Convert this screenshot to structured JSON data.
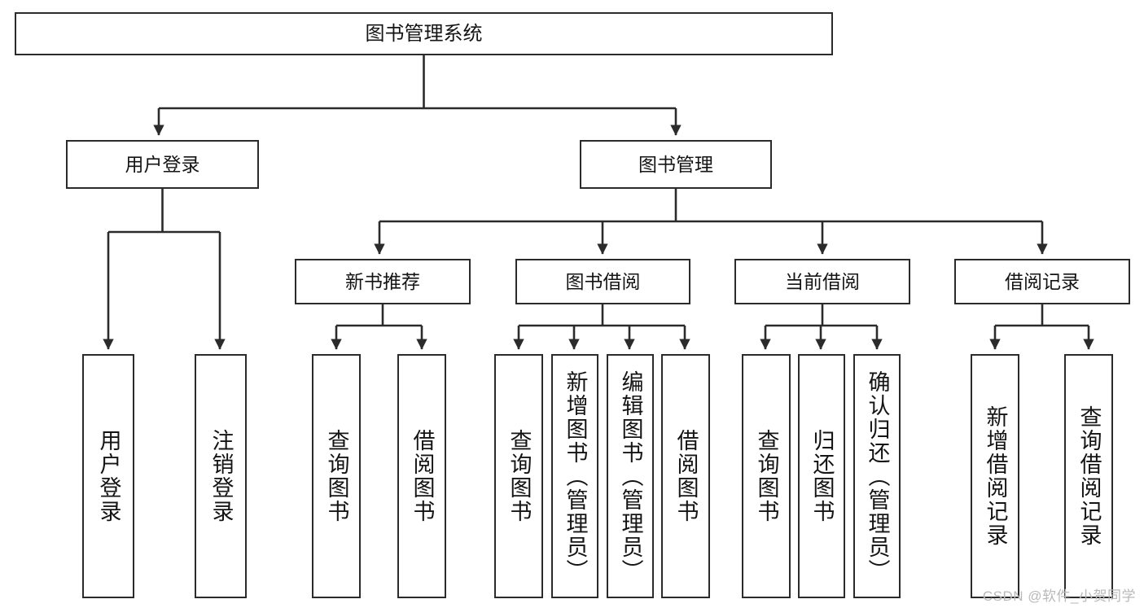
{
  "diagram": {
    "title": "图书管理系统",
    "watermark": "CSDN @软件_小贺同学",
    "colors": {
      "border": "#2b2b2b",
      "text": "#141414",
      "background": "#ffffff",
      "link": "#2b2b2b",
      "watermark": "#b9b9b9"
    },
    "nodes": {
      "root": "图书管理系统",
      "user_login": "用户登录",
      "book_manage": "图书管理",
      "new_book_rec": "新书推荐",
      "book_borrow": "图书借阅",
      "current_borrow": "当前借阅",
      "borrow_record": "借阅记录",
      "leaf_user_login": "用户登录",
      "leaf_logout": "注销登录",
      "leaf_query_book_1": "查询图书",
      "leaf_borrow_book_1": "借阅图书",
      "leaf_query_book_2": "查询图书",
      "leaf_add_book_admin": "新增图书（管理员）",
      "leaf_edit_book_admin": "编辑图书（管理员）",
      "leaf_borrow_book_2": "借阅图书",
      "leaf_query_book_3": "查询图书",
      "leaf_return_book": "归还图书",
      "leaf_confirm_return_admin": "确认归还（管理员）",
      "leaf_add_record": "新增借阅记录",
      "leaf_query_record": "查询借阅记录"
    }
  },
  "chart_data": {
    "type": "diagram",
    "diagram_type": "tree-hierarchy",
    "title": "图书管理系统",
    "orientation": "top-down",
    "levels": 4,
    "tree": {
      "label": "图书管理系统",
      "children": [
        {
          "label": "用户登录",
          "children": [
            {
              "label": "用户登录",
              "children": []
            },
            {
              "label": "注销登录",
              "children": []
            }
          ]
        },
        {
          "label": "图书管理",
          "children": [
            {
              "label": "新书推荐",
              "children": [
                {
                  "label": "查询图书",
                  "children": []
                },
                {
                  "label": "借阅图书",
                  "children": []
                }
              ]
            },
            {
              "label": "图书借阅",
              "children": [
                {
                  "label": "查询图书",
                  "children": []
                },
                {
                  "label": "新增图书（管理员）",
                  "children": []
                },
                {
                  "label": "编辑图书（管理员）",
                  "children": []
                },
                {
                  "label": "借阅图书",
                  "children": []
                }
              ]
            },
            {
              "label": "当前借阅",
              "children": [
                {
                  "label": "查询图书",
                  "children": []
                },
                {
                  "label": "归还图书",
                  "children": []
                },
                {
                  "label": "确认归还（管理员）",
                  "children": []
                }
              ]
            },
            {
              "label": "借阅记录",
              "children": [
                {
                  "label": "新增借阅记录",
                  "children": []
                },
                {
                  "label": "查询借阅记录",
                  "children": []
                }
              ]
            }
          ]
        }
      ]
    },
    "edge_style": "orthogonal-with-arrowheads",
    "node_shape": "rectangle"
  }
}
